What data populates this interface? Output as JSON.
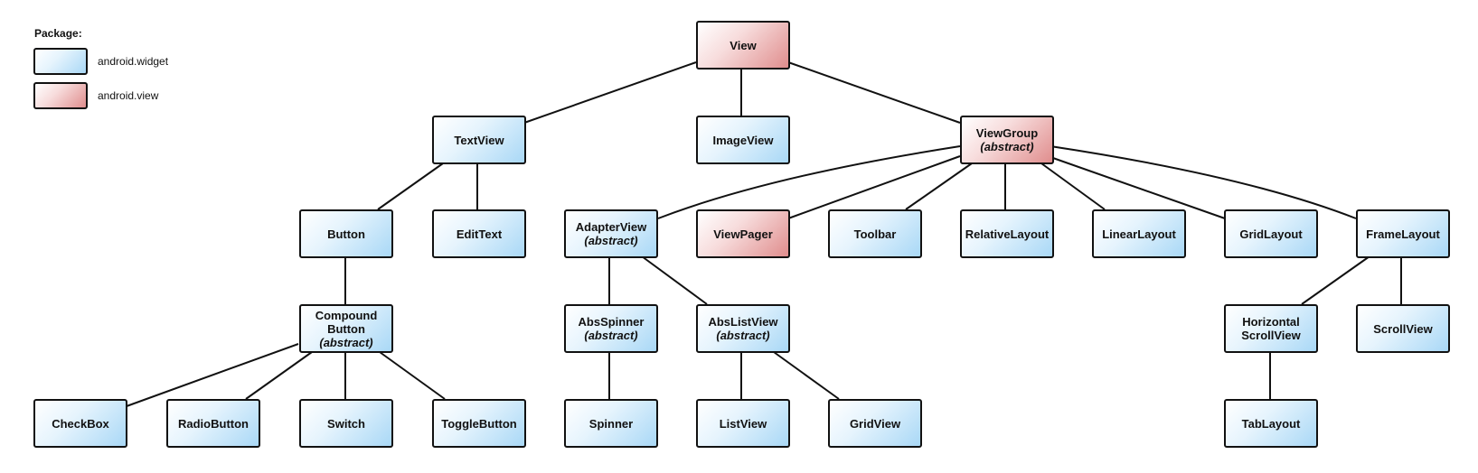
{
  "legend": {
    "title": "Package:",
    "widget_label": "android.widget",
    "view_label": "android.view"
  },
  "colors": {
    "widget": "#a9d8f6",
    "view": "#e08d8d"
  },
  "nodes": {
    "view": {
      "name": "View"
    },
    "textview": {
      "name": "TextView"
    },
    "imageview": {
      "name": "ImageView"
    },
    "viewgroup": {
      "name": "ViewGroup",
      "note": "(abstract)"
    },
    "button": {
      "name": "Button"
    },
    "edittext": {
      "name": "EditText"
    },
    "adapterview": {
      "name": "AdapterView",
      "note": "(abstract)"
    },
    "viewpager": {
      "name": "ViewPager"
    },
    "toolbar": {
      "name": "Toolbar"
    },
    "relativelayout": {
      "name": "RelativeLayout"
    },
    "linearlayout": {
      "name": "LinearLayout"
    },
    "gridlayout": {
      "name": "GridLayout"
    },
    "framelayout": {
      "name": "FrameLayout"
    },
    "compoundbutton": {
      "line1": "Compound",
      "line2": "Button",
      "note": "(abstract)"
    },
    "absspinner": {
      "name": "AbsSpinner",
      "note": "(abstract)"
    },
    "abslistview": {
      "name": "AbsListView",
      "note": "(abstract)"
    },
    "horizontalscrollview": {
      "line1": "Horizontal",
      "line2": "ScrollView"
    },
    "scrollview": {
      "name": "ScrollView"
    },
    "checkbox": {
      "name": "CheckBox"
    },
    "radiobutton": {
      "name": "RadioButton"
    },
    "switch": {
      "name": "Switch"
    },
    "togglebutton": {
      "name": "ToggleButton"
    },
    "spinner": {
      "name": "Spinner"
    },
    "listview": {
      "name": "ListView"
    },
    "gridview": {
      "name": "GridView"
    },
    "tablayout": {
      "name": "TabLayout"
    }
  }
}
